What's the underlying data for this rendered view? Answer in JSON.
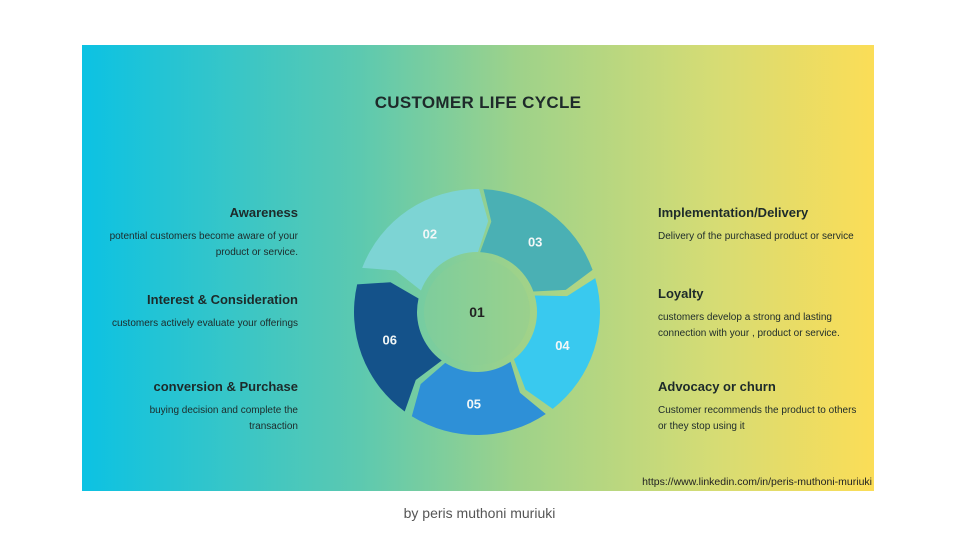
{
  "title": "CUSTOMER LIFE CYCLE",
  "center_label": "01",
  "segments": [
    {
      "label": "02",
      "color": "#7dd4d4"
    },
    {
      "label": "03",
      "color": "#4ab0b4"
    },
    {
      "label": "04",
      "color": "#39c9ef"
    },
    {
      "label": "05",
      "color": "#2e90d7"
    },
    {
      "label": "06",
      "color": "#14528a"
    }
  ],
  "left_stages": [
    {
      "title": "Awareness",
      "desc": "potential customers become aware of your product or service."
    },
    {
      "title": "Interest & Consideration",
      "desc": "customers actively evaluate your offerings"
    },
    {
      "title": "conversion & Purchase",
      "desc": "buying decision and complete the transaction"
    }
  ],
  "right_stages": [
    {
      "title": "Implementation/Delivery",
      "desc": "Delivery of the purchased product or service"
    },
    {
      "title": "Loyalty",
      "desc": "customers develop a strong and lasting connection with your , product or service."
    },
    {
      "title": "Advocacy or churn",
      "desc": "Customer recommends the product to others or they stop using it"
    }
  ],
  "url": "https://www.linkedin.com/in/peris-muthoni-muriuki",
  "credit": "by peris muthoni muriuki"
}
